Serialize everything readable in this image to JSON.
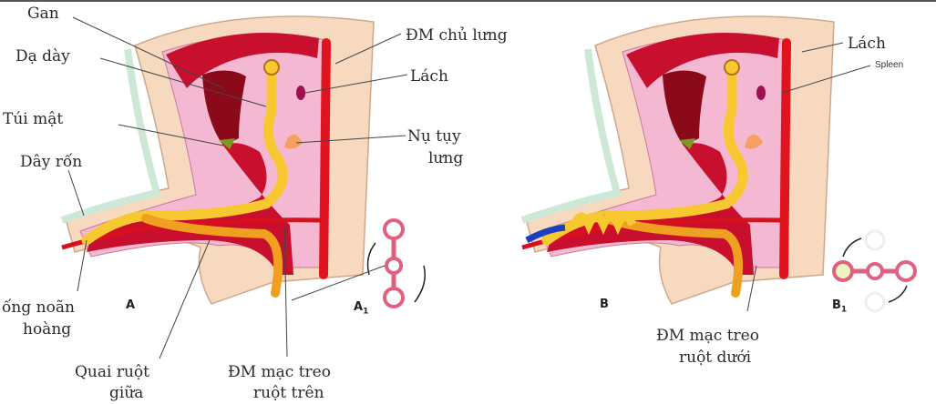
{
  "figure_a": {
    "label": "A",
    "inset_label": "A",
    "inset_sub": "1",
    "labels": {
      "liver": "Gan",
      "stomach": "Dạ dày",
      "gallbladder": "Túi mật",
      "umbilical_cord": "Dây rốn",
      "vitelline_duct_1": "ống noãn",
      "vitelline_duct_2": "hoàng",
      "midgut_loop_1": "Quai ruột",
      "midgut_loop_2": "giữa",
      "sup_mesenteric_1": "ĐM mạc treo",
      "sup_mesenteric_2": "ruột trên",
      "dorsal_aorta": "ĐM chủ lưng",
      "spleen": "Lách",
      "dorsal_pancreas_1": "Nụ tụy",
      "dorsal_pancreas_2": "lưng"
    }
  },
  "figure_b": {
    "label": "B",
    "inset_label": "B",
    "inset_sub": "1",
    "labels": {
      "spleen": "Lách",
      "spleen_en": "Spleen",
      "inf_mesenteric_1": "ĐM mạc treo",
      "inf_mesenteric_2": "ruột dưới"
    }
  },
  "colors": {
    "wall": "#f6d9bf",
    "cavity": "#f4b8d2",
    "organ_red": "#c8102e",
    "organ_dark": "#8a0a1a",
    "gut_yellow": "#f8c830",
    "aorta": "#e0141e",
    "vein_blue": "#1a3fbf"
  }
}
